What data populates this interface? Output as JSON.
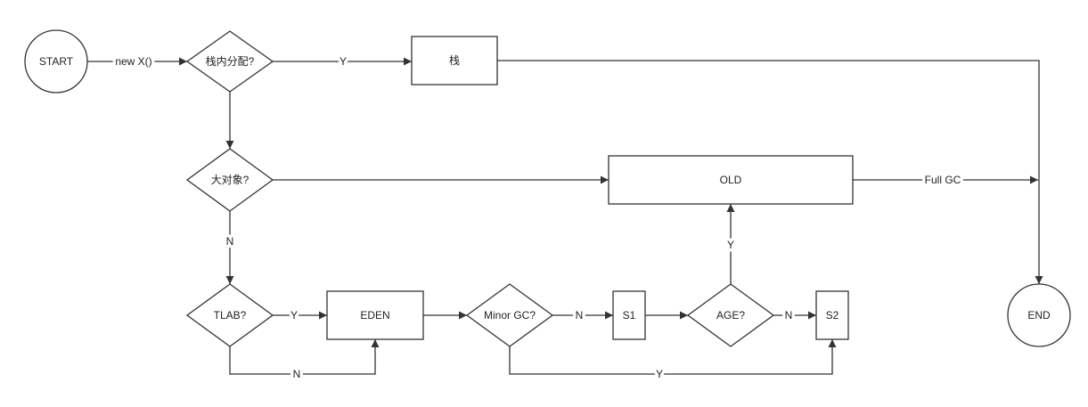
{
  "colors": {
    "stroke": "#333333",
    "fill": "#ffffff",
    "text": "#222222"
  },
  "nodes": {
    "start": "START",
    "stack_alloc": "栈内分配?",
    "stack": "栈",
    "big_object": "大对象?",
    "old": "OLD",
    "tlab": "TLAB?",
    "eden": "EDEN",
    "minor_gc": "Minor GC?",
    "s1": "S1",
    "age": "AGE?",
    "s2": "S2",
    "end": "END"
  },
  "edge_labels": {
    "new_x": "new X()",
    "stack_alloc_yes": "Y",
    "old_full_gc": "Full GC",
    "big_object_no": "N",
    "tlab_yes": "Y",
    "tlab_no": "N",
    "minor_gc_no": "N",
    "age_no": "N",
    "age_yes": "Y",
    "minor_gc_yes": "Y"
  }
}
